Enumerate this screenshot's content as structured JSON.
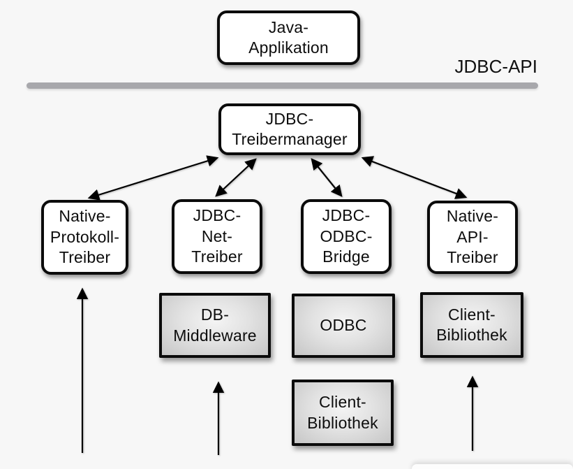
{
  "diagram": {
    "api_label": "JDBC-API",
    "nodes": {
      "java_application": {
        "label": "Java-\nApplikation"
      },
      "treibermanager": {
        "label": "JDBC-\nTreibermanager"
      },
      "native_protokoll": {
        "label": "Native-\nProtokoll-\nTreiber"
      },
      "jdbc_net": {
        "label": "JDBC-\nNet-\nTreiber"
      },
      "jdbc_odbc": {
        "label": "JDBC-\nODBC-\nBridge"
      },
      "native_api": {
        "label": "Native-\nAPI-\nTreiber"
      },
      "db_middleware": {
        "label": "DB-\nMiddleware"
      },
      "odbc": {
        "label": "ODBC"
      },
      "client_bibliothek_mitte": {
        "label": "Client-\nBibliothek"
      },
      "client_bibliothek_rechts": {
        "label": "Client-\nBibliothek"
      }
    },
    "edges": [
      {
        "from": "jdbc-treibermanager",
        "to": "native-protokoll-treiber",
        "type": "bidirectional"
      },
      {
        "from": "jdbc-treibermanager",
        "to": "jdbc-net-treiber",
        "type": "bidirectional"
      },
      {
        "from": "jdbc-treibermanager",
        "to": "jdbc-odbc-bridge",
        "type": "bidirectional"
      },
      {
        "from": "jdbc-treibermanager",
        "to": "native-api-treiber",
        "type": "bidirectional"
      },
      {
        "from": "unten",
        "to": "native-protokoll-treiber",
        "type": "pfeil-nach-oben"
      },
      {
        "from": "unten",
        "to": "db-middleware",
        "type": "pfeil-nach-oben"
      },
      {
        "from": "unten",
        "to": "client-bibliothek-rechts",
        "type": "pfeil-nach-oben"
      }
    ],
    "colors": {
      "background": "#f7f7f7",
      "divider_bar": "#a8a8ac",
      "box_border": "#0b0b0b",
      "white_box_fill": "#ffffff",
      "gray_box_fill_light": "#f4f4f4",
      "gray_box_fill_dark": "#c6c6c6",
      "text": "#0d0d0d"
    }
  }
}
